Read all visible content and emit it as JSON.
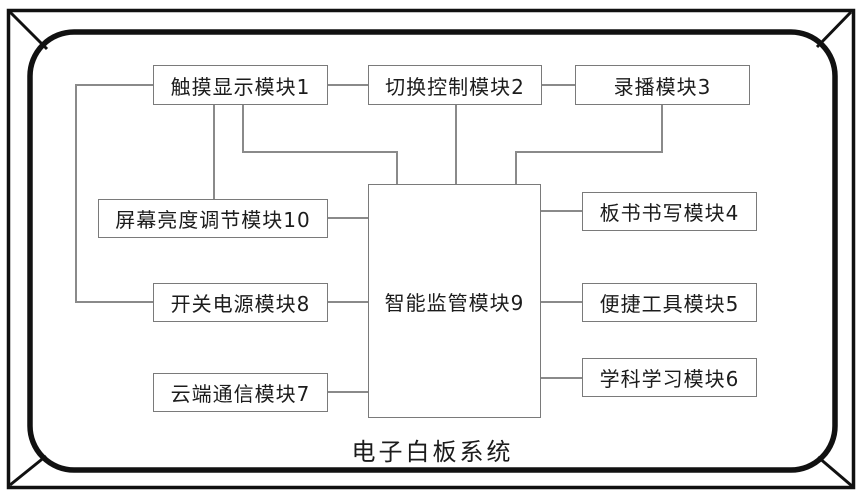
{
  "diagram": {
    "caption": "电子白板系统",
    "blocks": {
      "touch_display": "触摸显示模块1",
      "switch_control": "切换控制模块2",
      "recording": "录播模块3",
      "board_writing": "板书书写模块4",
      "convenient_tools": "便捷工具模块5",
      "subject_learning": "学科学习模块6",
      "cloud_communication": "云端通信模块7",
      "power_switch": "开关电源模块8",
      "intelligent_supervision": "智能监管模块9",
      "screen_brightness": "屏幕亮度调节模块10"
    },
    "colors": {
      "frame": "#111111",
      "wire": "#8a8a8a",
      "box_border": "#7a7a7a",
      "text": "#1c1c1c",
      "bg": "#ffffff"
    }
  }
}
